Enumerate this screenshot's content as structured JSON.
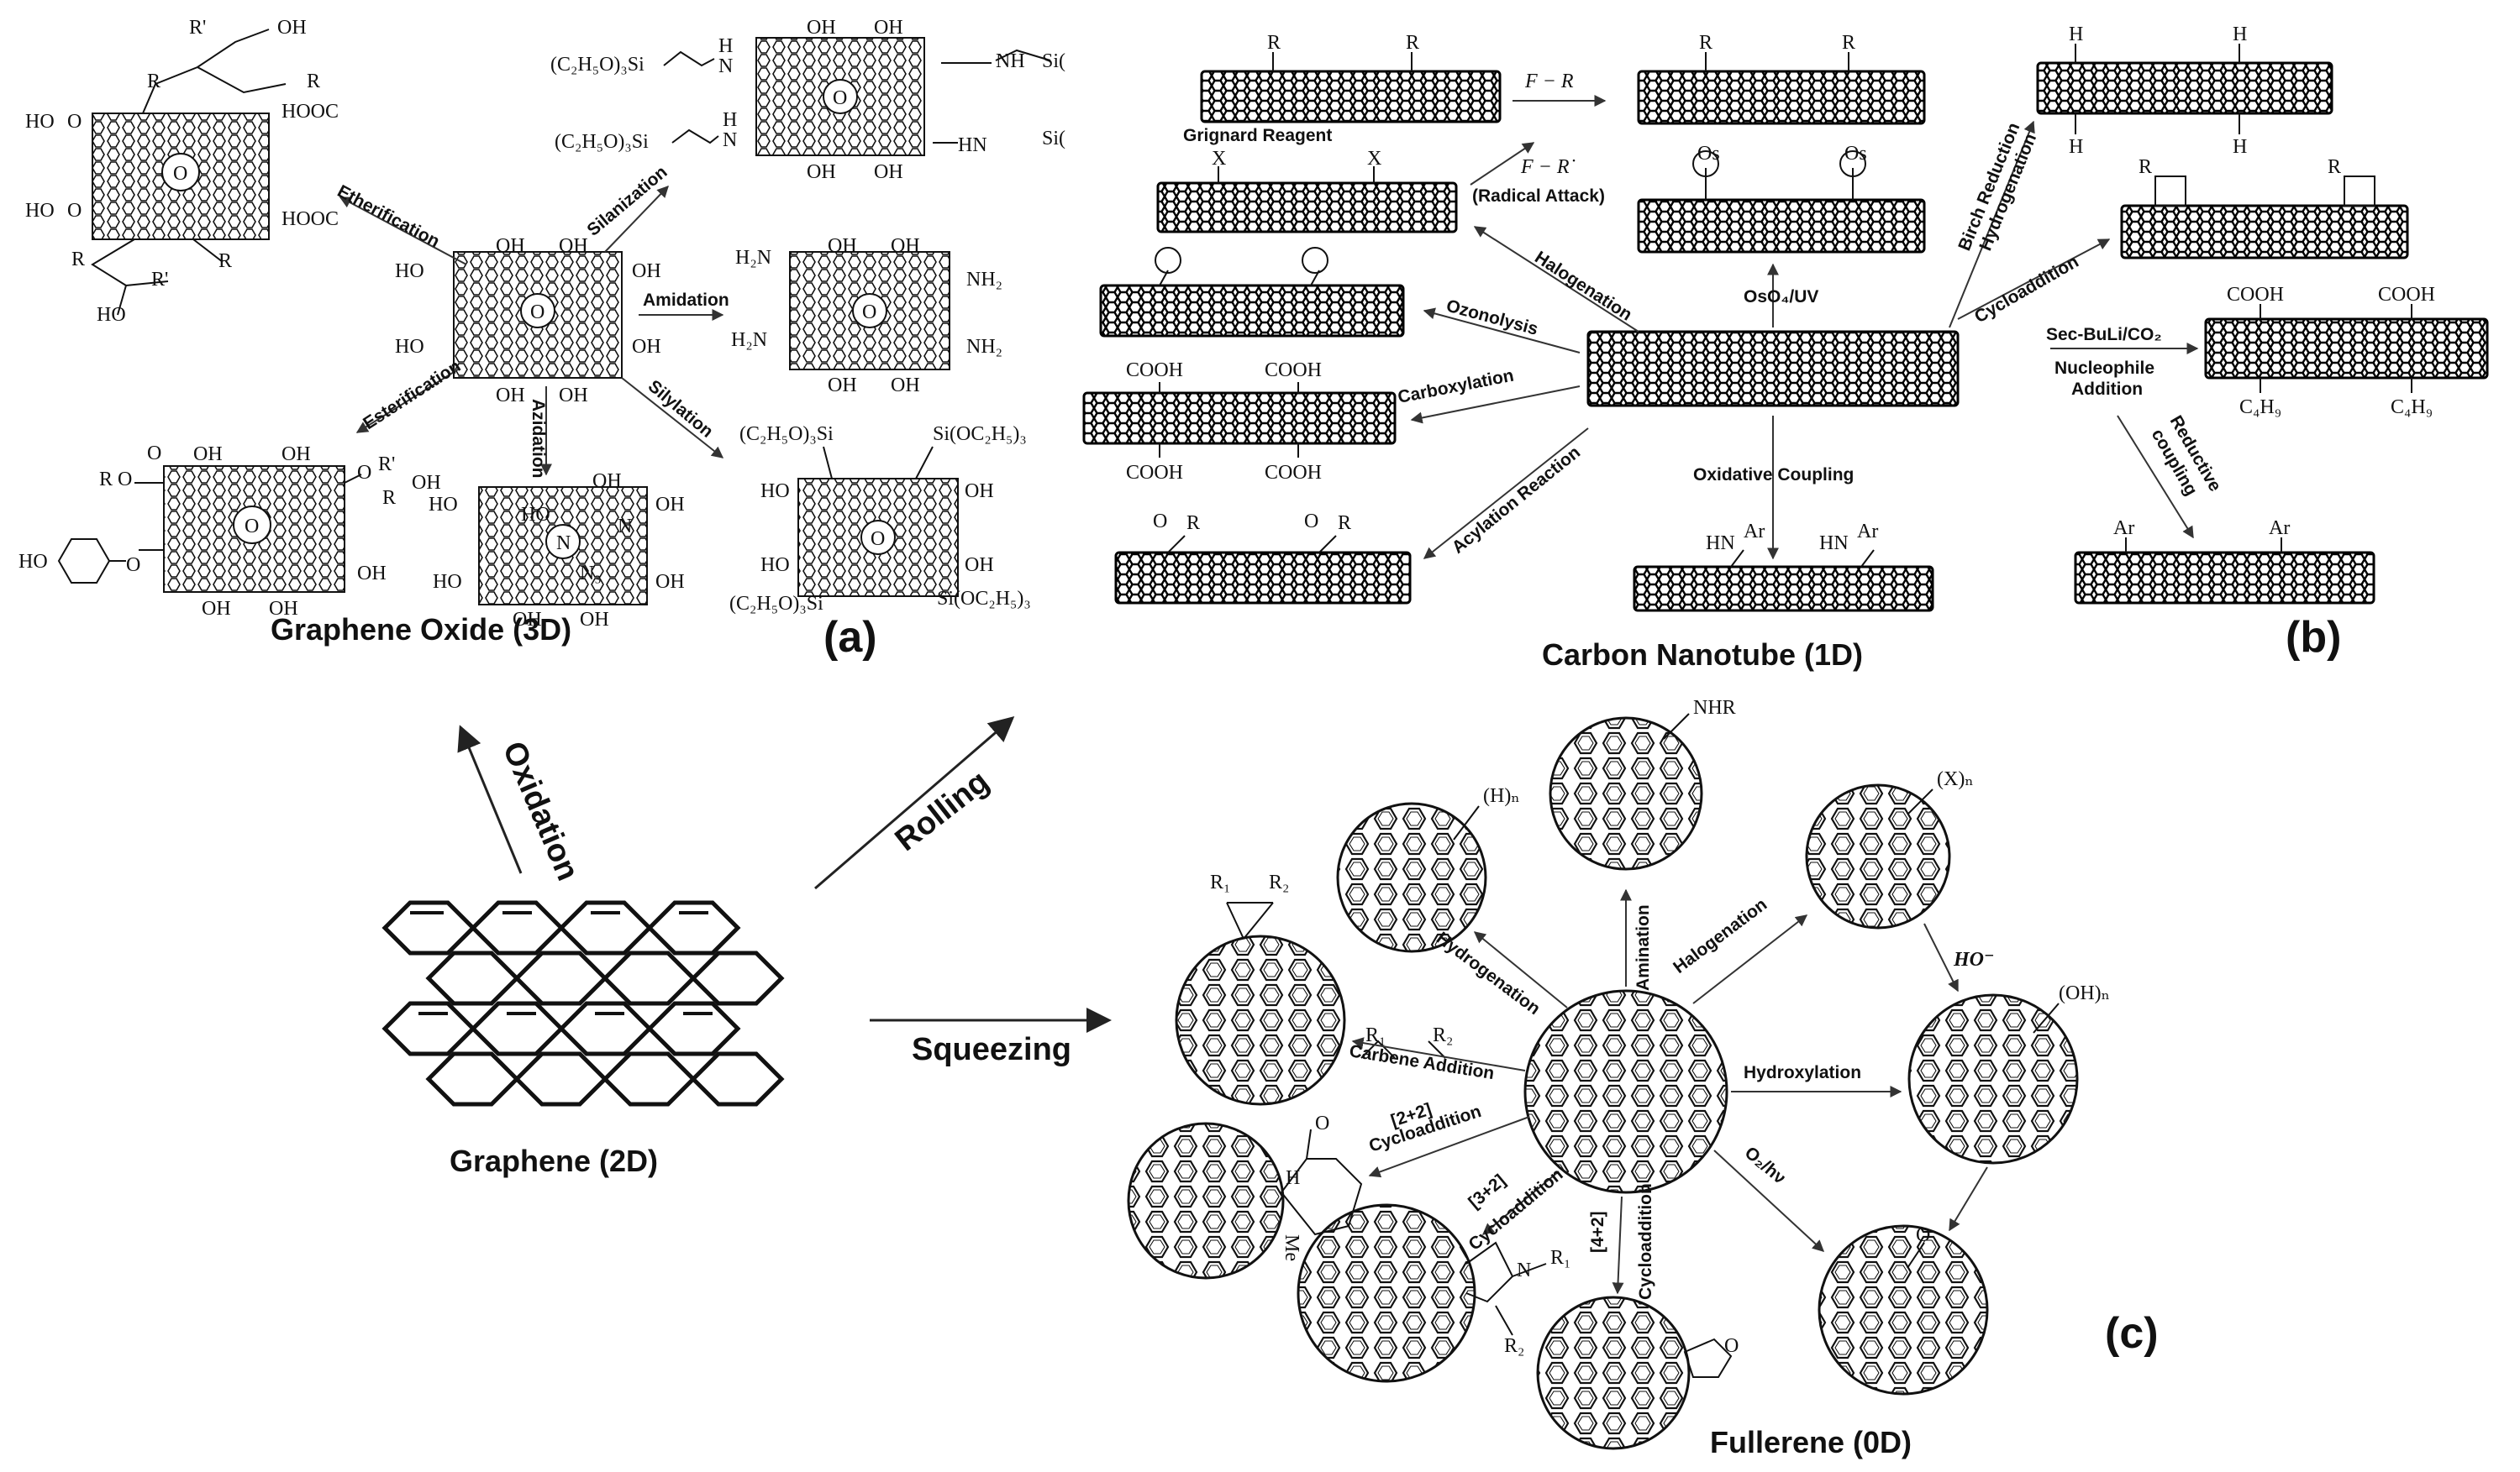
{
  "labels": {
    "graphene_oxide": "Graphene Oxide (3D)",
    "carbon_nanotube": "Carbon Nanotube (1D)",
    "graphene": "Graphene (2D)",
    "fullerene": "Fullerene (0D)",
    "panel_a": "(a)",
    "panel_b": "(b)",
    "panel_c": "(c)"
  },
  "transforms": {
    "oxidation": "Oxidation",
    "rolling": "Rolling",
    "squeezing": "Squeezing"
  },
  "go_reactions": {
    "etherification": "Etherification",
    "silanization": "Silanization",
    "amidation": "Amidation",
    "esterification": "Esterification",
    "azidation": "Azidation",
    "silylation": "Silylation"
  },
  "cnt_reactions": {
    "grignard": "Grignard Reagent",
    "fr": "F − R",
    "fr_radical": "F − R˙",
    "radical_attack": "(Radical Attack)",
    "halogenation": "Halogenation",
    "oso4": "OsO₄/UV",
    "ozonolysis": "Ozonolysis",
    "carboxylation": "Carboxylation",
    "acylation": "Acylation Reaction",
    "oxidative_coupling": "Oxidative Coupling",
    "birch1": "Birch Reduction",
    "birch2": "Hydrogenation",
    "cycloaddition": "Cycloaddition",
    "secbuli": "Sec-BuLi/CO₂",
    "nucleophile1": "Nucleophile",
    "nucleophile2": "Addition",
    "reductive1": "Reductive",
    "reductive2": "coupling"
  },
  "fullerene_reactions": {
    "hydrogenation": "Hydrogenation",
    "amination": "Amination",
    "halogenation": "Halogenation",
    "carbene": "Carbene Addition",
    "hydroxylation": "Hydroxylation",
    "c22a": "[2+2]",
    "c22b": "Cycloaddition",
    "c32a": "[3+2]",
    "c32b": "Cycloaddition",
    "c42a": "[4+2]",
    "c42b": "Cycloaddition",
    "o2hv": "O₂/hν",
    "hydroxide": "HO⁻"
  },
  "chem_text": {
    "R": "R",
    "Rp": "R'",
    "OH": "OH",
    "HO": "HO",
    "HOOC": "HO",
    "O": "O",
    "HOOCgrp": "HOOC",
    "C2H5O3Si": "(C₂H₅O)₃Si",
    "SiC": "Si(",
    "NH": "NH",
    "N": "N",
    "H": "H",
    "HN": "HN",
    "NH2": "NH₂",
    "H2N": "H₂N",
    "N3": "N₃",
    "SiOC2H53": "Si(OC₂H₅)₃",
    "C2H5O3Si2": "(C₂H₅O)₃Si",
    "ROO": "R",
    "X": "X",
    "COOH": "COOH",
    "HNAr": "HN",
    "Ar": "Ar",
    "C4H9": "C₄H₉",
    "NHR": "NHR",
    "Hn": "(H)ₙ",
    "Xn": "(X)ₙ",
    "OHn": "(OH)ₙ",
    "R1": "R₁",
    "R2": "R₂",
    "Me": "Me",
    "Os": "Os"
  }
}
